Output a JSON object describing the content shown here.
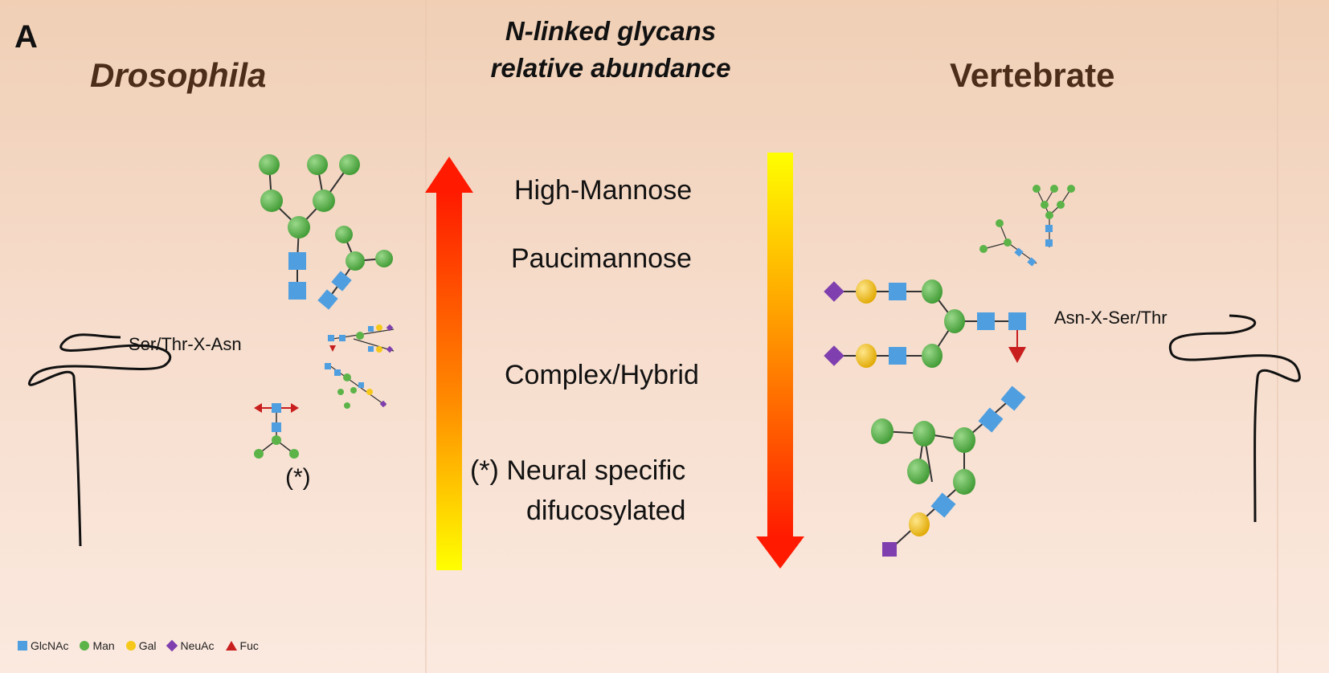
{
  "panel_label": "A",
  "left_title": "Drosophila",
  "right_title": "Vertebrate",
  "center_title_line1": "N-linked glycans",
  "center_title_line2": "relative abundance",
  "levels": [
    "High-Mannose",
    "Paucimannose",
    "Complex/Hybrid",
    "(*) Neural specific",
    "difucosylated"
  ],
  "left_sequon": "Ser/Thr-X-Asn",
  "right_sequon": "Asn-X-Ser/Thr",
  "star_mark": "(*)",
  "legend": [
    "GlcNAc",
    "Man",
    "Gal",
    "NeuAc",
    "Fuc"
  ],
  "colors": {
    "glcnac": "#4f9fe0",
    "man": "#5cb449",
    "gal": "#f5c81a",
    "neuac": "#7f3fae",
    "fuc": "#c81e1e",
    "title_brown": "#4b2d1a",
    "arrow_top": "#ff1a00",
    "arrow_bottom": "#ffff00"
  }
}
